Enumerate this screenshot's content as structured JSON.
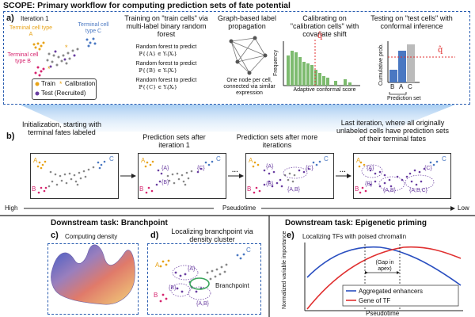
{
  "title": "SCOPE: Primary workflow for computing prediction sets of fate potential",
  "panel_a": {
    "label": "a)",
    "iteration": "Iteration 1",
    "cell_types": [
      "Terminal cell type A",
      "Terminal cell type C",
      "Terminal cell type B"
    ],
    "legend": {
      "train": "Train",
      "calibration": "Calibration",
      "test": "Test (Recruited)"
    },
    "train_text": "Training on \"train cells\" via multi-label binary random forest",
    "rf_labels": [
      "Random forest to predict",
      "Random forest to predict",
      "Random forest to predict"
    ],
    "rf_math": [
      "ℙ{{A} ∈ Yᵢ|Xᵢ}",
      "ℙ{{B} ∈ Yᵢ|Xᵢ}",
      "ℙ{{C} ∈ Yᵢ|Xᵢ}"
    ],
    "graph_title": "Graph-based label propagation",
    "graph_caption": "One node per cell, connected via similar expression",
    "calib_title": "Calibrating on \"calibration cells\" with covariate shift",
    "calib_ylabel": "Frequency",
    "calib_xlabel": "Adaptive conformal score",
    "qhat": "q̂",
    "test_title": "Testing on \"test cells\" with conformal inference",
    "test_ylabel": "Cumulative prob.",
    "bar_labels": [
      "B",
      "A",
      "C"
    ],
    "prediction_set": "Prediction set"
  },
  "panel_b": {
    "label": "b)",
    "steps": [
      "Initialization, starting with terminal fates labeled",
      "Prediction sets after iteration 1",
      "Prediction sets after more iterations",
      "Last iteration, where all originally unlabeled cells have prediction sets of their terminal fates"
    ],
    "ellipsis": "···",
    "set_labels": [
      "{A}",
      "{C}",
      "{B}",
      "{A}",
      "{C}",
      "{B}",
      "{A,B}",
      "{A}",
      "{C}",
      "{B}",
      "{A,B}",
      "{A,B,C}"
    ],
    "pseudotime": "Pseudotime",
    "high": "High",
    "low": "Low"
  },
  "downstream_branch": {
    "title": "Downstream task: Branchpoint",
    "c_label": "c)",
    "c_title": "Computing density",
    "d_label": "d)",
    "d_title": "Localizing branchpoint via density cluster",
    "branchpoint": "Branchpoint",
    "set_labels": [
      "{A}",
      "{B}",
      "{A,B}"
    ]
  },
  "downstream_epi": {
    "title": "Downstream task: Epigenetic priming",
    "e_label": "e)",
    "e_title": "Localizing TFs with poised chromatin",
    "gap": "(Gap in apex)",
    "ylabel": "Normalized variable importance",
    "xlabel": "Pseudotime",
    "legend": [
      "Aggregated enhancers",
      "Gene of TF"
    ]
  },
  "colors": {
    "A": "#e8a317",
    "B": "#d6246e",
    "C": "#4a78c2",
    "set": "#6a3ea1",
    "gray": "#888888",
    "blue_border": "#2a5db0",
    "hist": "#7dbb6f",
    "red": "#e03030"
  }
}
